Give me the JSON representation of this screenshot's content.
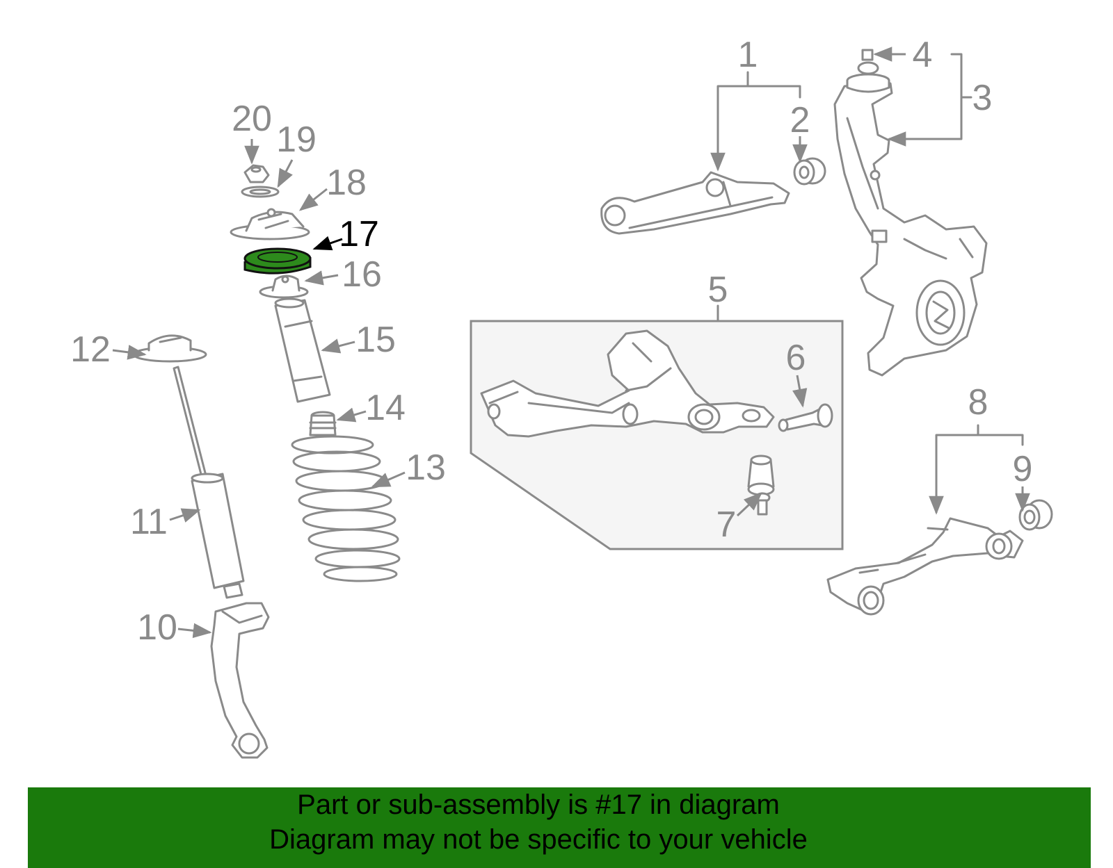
{
  "colors": {
    "highlight_fill": "#2d8a1c",
    "banner_bg": "#1a7a0c",
    "line_gray": "#8a8a8a",
    "label_gray": "#8a8a8a",
    "highlight_label": "#000000"
  },
  "highlighted_part": "17",
  "callouts": [
    {
      "id": "1",
      "text": "1"
    },
    {
      "id": "2",
      "text": "2"
    },
    {
      "id": "3",
      "text": "3"
    },
    {
      "id": "4",
      "text": "4"
    },
    {
      "id": "5",
      "text": "5"
    },
    {
      "id": "6",
      "text": "6"
    },
    {
      "id": "7",
      "text": "7"
    },
    {
      "id": "8",
      "text": "8"
    },
    {
      "id": "9",
      "text": "9"
    },
    {
      "id": "10",
      "text": "10"
    },
    {
      "id": "11",
      "text": "11"
    },
    {
      "id": "12",
      "text": "12"
    },
    {
      "id": "13",
      "text": "13"
    },
    {
      "id": "14",
      "text": "14"
    },
    {
      "id": "15",
      "text": "15"
    },
    {
      "id": "16",
      "text": "16"
    },
    {
      "id": "17",
      "text": "17"
    },
    {
      "id": "18",
      "text": "18"
    },
    {
      "id": "19",
      "text": "19"
    },
    {
      "id": "20",
      "text": "20"
    }
  ],
  "banner": {
    "line1": "Part or sub-assembly is #17 in diagram",
    "line2": "Diagram may not be specific to your vehicle"
  }
}
